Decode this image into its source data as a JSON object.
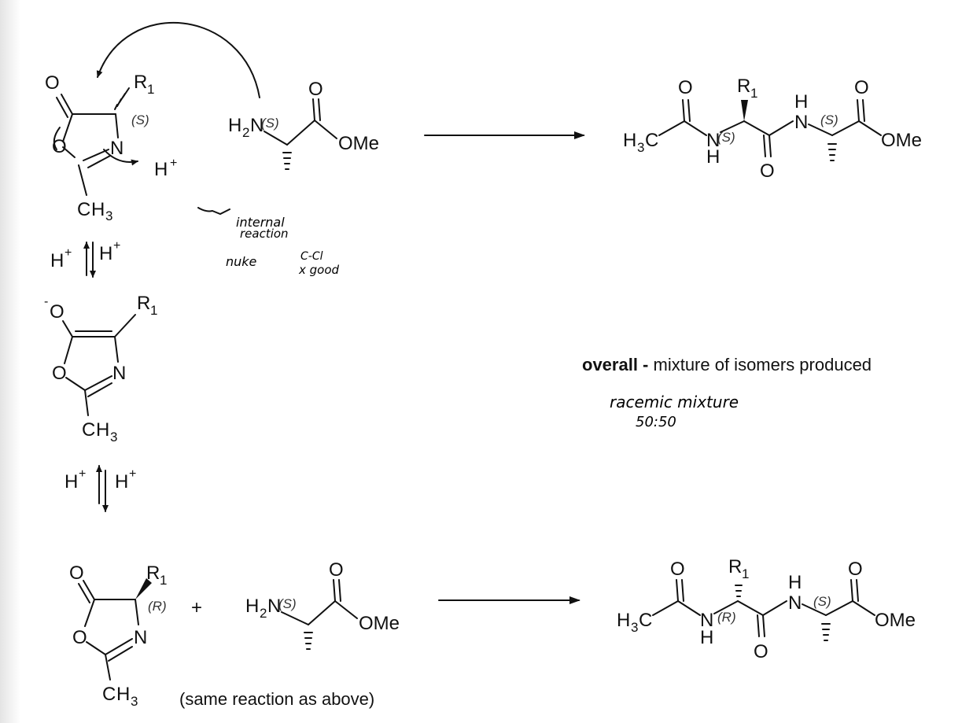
{
  "diagram": {
    "atoms": {
      "O": "O",
      "N": "N",
      "R": "R",
      "one": "1",
      "H": "H",
      "C": "C",
      "three": "3",
      "two": "2",
      "plus": "+",
      "minus": "-",
      "OMe": "OMe",
      "stereo_S": "(S)",
      "stereo_R": "(R)",
      "plus_sign": "+"
    },
    "caption_bottom": "(same reaction as above)",
    "overall_note": {
      "bold": "overall -",
      "rest": " mixture of isomers produced"
    },
    "handwritten": {
      "line1": "internal",
      "line2": "reaction",
      "line3": "nuke",
      "line4": "C-Cl",
      "line5": "x good",
      "racemic": "racemic mixture",
      "ratio": "50:50"
    }
  }
}
